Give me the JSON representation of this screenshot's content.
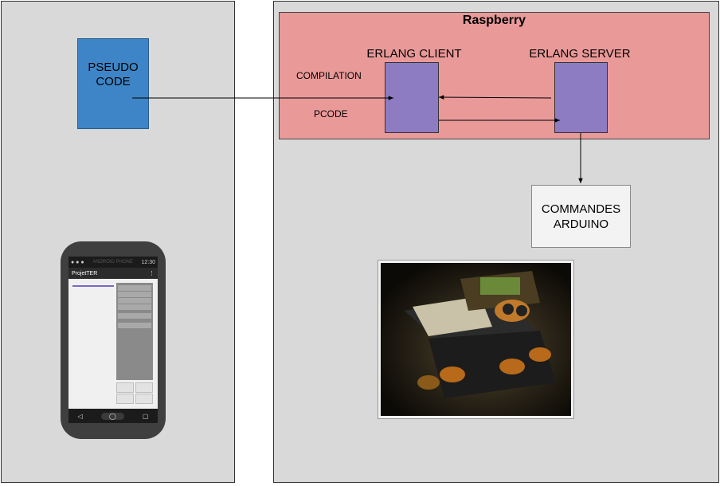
{
  "diagram": {
    "raspberry_title": "Raspberry",
    "pseudo_code": "PSEUDO\nCODE",
    "erlang_client_label": "ERLANG CLIENT",
    "erlang_server_label": "ERLANG SERVER",
    "compilation_label": "COMPILATION",
    "pcode_label": "PCODE",
    "commandes_arduino": "COMMANDES\nARDUINO"
  },
  "phone": {
    "status_text": "ANDROID PHONE",
    "time": "12:30",
    "app_title": "ProjetTER",
    "menu_glyph": "⋮",
    "nav_back": "◁",
    "nav_home": "◯",
    "nav_recent": "▢"
  },
  "colors": {
    "panel_bg": "#d9d9d9",
    "raspberry_bg": "#ea9999",
    "pseudo_code_bg": "#3d85c6",
    "erlang_box_bg": "#8e7cc3",
    "commandes_bg": "#f3f3f3"
  }
}
